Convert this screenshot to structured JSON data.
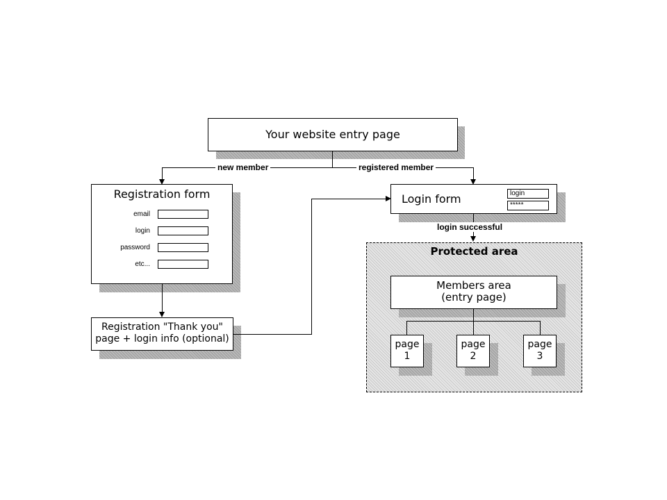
{
  "entry": {
    "title": "Your website entry page"
  },
  "edges": {
    "new_member": "new member",
    "registered_member": "registered member",
    "login_successful": "login successful"
  },
  "registration": {
    "title": "Registration form",
    "fields": [
      "email",
      "login",
      "password",
      "etc..."
    ]
  },
  "thankyou": {
    "line1": "Registration \"Thank you\"",
    "line2": "page + login info (optional)"
  },
  "login": {
    "title": "Login form",
    "login_value": "login",
    "password_value": "*****"
  },
  "protected": {
    "title": "Protected area"
  },
  "members": {
    "line1": "Members area",
    "line2": "(entry page)"
  },
  "pages": [
    {
      "line1": "page",
      "line2": "1"
    },
    {
      "line1": "page",
      "line2": "2"
    },
    {
      "line1": "page",
      "line2": "3"
    }
  ]
}
